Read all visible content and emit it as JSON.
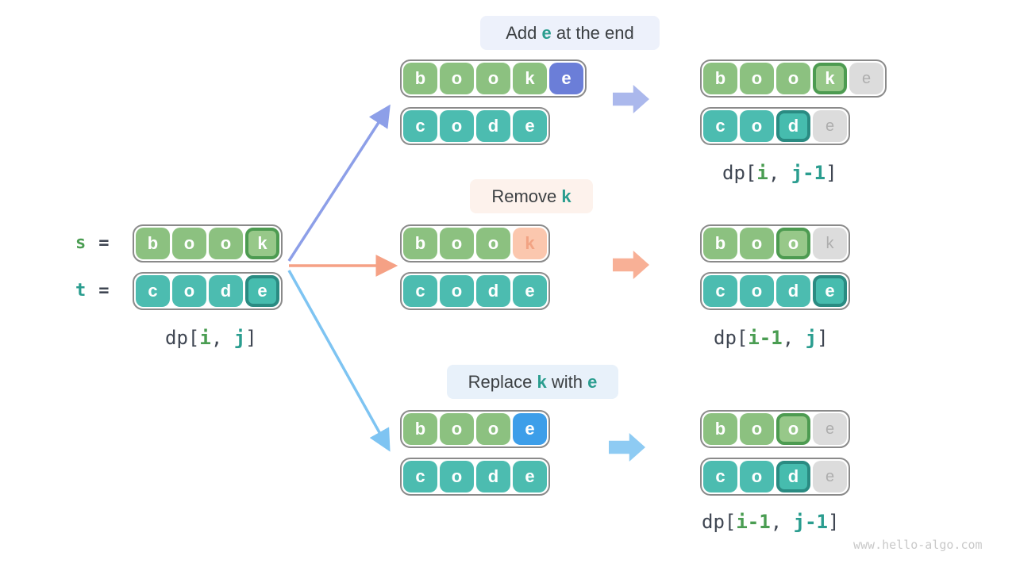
{
  "watermark": "www.hello-algo.com",
  "colors": {
    "green_cell": "#8cc180",
    "green_highlight_border": "#4d9b51",
    "teal_cell": "#4cbcb0",
    "teal_highlight_border": "#2a8b82",
    "gray_cell": "#dcdcdc",
    "gray_cell_text": "#aeaeae",
    "purple_cell": "#6b7ed8",
    "blue_cell": "#3d9ee9",
    "salmon_cell": "#fbc7ae",
    "salmon_cell_text": "#f2a383",
    "accent_text": "#2a9d8f",
    "green_text": "#4a9d52",
    "dark_text": "#3f4652",
    "box_border": "#8a8a8a",
    "thin_arrow_purple": "#8d9fe8",
    "thin_arrow_salmon": "#f5a185",
    "thin_arrow_blue": "#7ec4f2",
    "block_arrow_purple": "#abb8ec",
    "block_arrow_salmon": "#f8b096",
    "block_arrow_blue": "#8ecbf3",
    "pill_add_bg": "#edf1fb",
    "pill_remove_bg": "#fdf2ec",
    "pill_replace_bg": "#e8f1fa"
  },
  "source": {
    "s_var": "s",
    "t_var": "t",
    "equals": "=",
    "s_cells": [
      "b",
      "o",
      "o",
      "k"
    ],
    "t_cells": [
      "c",
      "o",
      "d",
      "e"
    ],
    "dp_parts": [
      {
        "t": "dp["
      },
      {
        "t": "i"
      },
      {
        "t": ", "
      },
      {
        "t": "j"
      },
      {
        "t": "]"
      }
    ]
  },
  "add": {
    "label_parts": [
      {
        "t": "Add "
      },
      {
        "t": "e"
      },
      {
        "t": " at the end"
      }
    ],
    "s_cells": [
      "b",
      "o",
      "o",
      "k",
      "e"
    ],
    "t_cells": [
      "c",
      "o",
      "d",
      "e"
    ],
    "result_s_cells": [
      "b",
      "o",
      "o",
      "k",
      "e"
    ],
    "result_t_cells": [
      "c",
      "o",
      "d",
      "e"
    ],
    "dp_parts": [
      {
        "t": "dp["
      },
      {
        "t": "i"
      },
      {
        "t": ", "
      },
      {
        "t": "j-1"
      },
      {
        "t": "]"
      }
    ]
  },
  "remove": {
    "label_parts": [
      {
        "t": "Remove "
      },
      {
        "t": "k"
      }
    ],
    "s_cells": [
      "b",
      "o",
      "o",
      "k"
    ],
    "t_cells": [
      "c",
      "o",
      "d",
      "e"
    ],
    "result_s_cells": [
      "b",
      "o",
      "o",
      "k"
    ],
    "result_t_cells": [
      "c",
      "o",
      "d",
      "e"
    ],
    "dp_parts": [
      {
        "t": "dp["
      },
      {
        "t": "i-1"
      },
      {
        "t": ", "
      },
      {
        "t": "j"
      },
      {
        "t": "]"
      }
    ]
  },
  "replace": {
    "label_parts": [
      {
        "t": "Replace "
      },
      {
        "t": "k"
      },
      {
        "t": " with "
      },
      {
        "t": "e"
      }
    ],
    "s_cells": [
      "b",
      "o",
      "o",
      "e"
    ],
    "t_cells": [
      "c",
      "o",
      "d",
      "e"
    ],
    "result_s_cells": [
      "b",
      "o",
      "o",
      "e"
    ],
    "result_t_cells": [
      "c",
      "o",
      "d",
      "e"
    ],
    "dp_parts": [
      {
        "t": "dp["
      },
      {
        "t": "i-1"
      },
      {
        "t": ", "
      },
      {
        "t": "j-1"
      },
      {
        "t": "]"
      }
    ]
  }
}
